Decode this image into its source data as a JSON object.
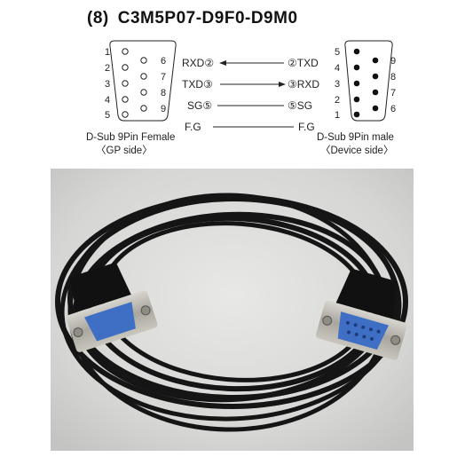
{
  "title": {
    "index": "(8)",
    "model": "C3M5P07-D9F0-D9M0"
  },
  "female_connector": {
    "pins_left": [
      "1",
      "2",
      "3",
      "4",
      "5"
    ],
    "pins_right": [
      "6",
      "7",
      "8",
      "9"
    ],
    "caption_line1": "D-Sub 9Pin Female",
    "caption_line2": "〈GP side〉"
  },
  "male_connector": {
    "pins_left": [
      "5",
      "4",
      "3",
      "2",
      "1"
    ],
    "pins_right": [
      "9",
      "8",
      "7",
      "6"
    ],
    "caption_line1": "D-Sub 9Pin male",
    "caption_line2": "〈Device side〉"
  },
  "wiring": [
    {
      "left": "RXD②",
      "right": "②TXD",
      "direction": "to-left"
    },
    {
      "left": "TXD③",
      "right": "③RXD",
      "direction": "to-right"
    },
    {
      "left": "SG⑤",
      "right": "⑤SG",
      "direction": "none"
    },
    {
      "left": "F.G",
      "right": "F.G",
      "direction": "none"
    }
  ],
  "colors": {
    "cable": "#141414",
    "connector_metal": "#b9b6ae",
    "female_pins": "#3f6fc4",
    "line": "#222222"
  }
}
